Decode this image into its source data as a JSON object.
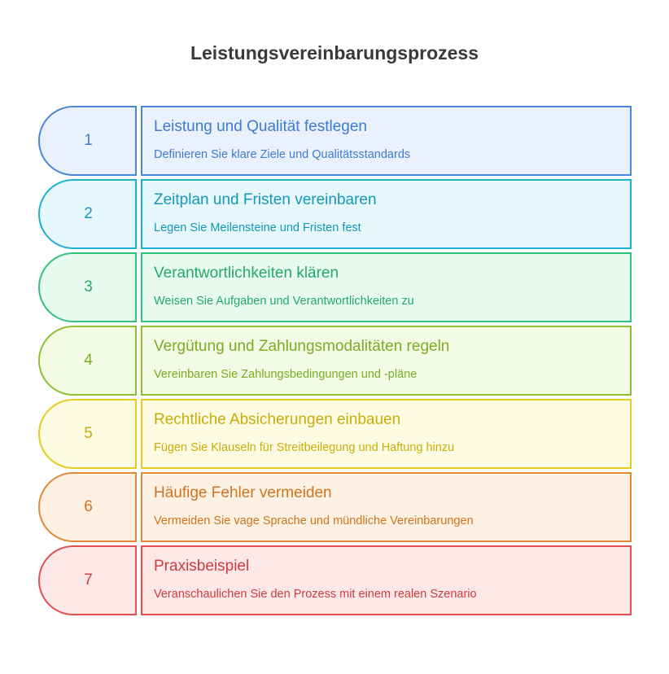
{
  "title": "Leistungsvereinbarungsprozess",
  "steps": [
    {
      "number": "1",
      "title": "Leistung und Qualität festlegen",
      "description": "Definieren Sie klare Ziele und Qualitätsstandards",
      "color": "#4a86d8",
      "bg": "#eaf1fc",
      "text": "#3f7bcf"
    },
    {
      "number": "2",
      "title": "Zeitplan und Fristen vereinbaren",
      "description": "Legen Sie Meilensteine und Fristen fest",
      "color": "#1fb0d0",
      "bg": "#e6f8fc",
      "text": "#1597b8"
    },
    {
      "number": "3",
      "title": "Verantwortlichkeiten klären",
      "description": "Weisen Sie Aufgaben und Verantwortlichkeiten zu",
      "color": "#34c27c",
      "bg": "#e7fbf1",
      "text": "#26a868"
    },
    {
      "number": "4",
      "title": "Vergütung und Zahlungsmodalitäten regeln",
      "description": "Vereinbaren Sie Zahlungsbedingungen und -pläne",
      "color": "#8dc133",
      "bg": "#f3fbe5",
      "text": "#7aac24"
    },
    {
      "number": "5",
      "title": "Rechtliche Absicherungen einbauen",
      "description": "Fügen Sie Klauseln für Streitbeilegung und Haftung hinzu",
      "color": "#e5cc21",
      "bg": "#fefbe3",
      "text": "#c8ae0c"
    },
    {
      "number": "6",
      "title": "Häufige Fehler vermeiden",
      "description": "Vermeiden Sie vage Sprache und mündliche Vereinbarungen",
      "color": "#e08a36",
      "bg": "#fdf1e4",
      "text": "#cf7420"
    },
    {
      "number": "7",
      "title": "Praxisbeispiel",
      "description": "Veranschaulichen Sie den Prozess mit einem realen Szenario",
      "color": "#e34f52",
      "bg": "#fde8e8",
      "text": "#d13b3e"
    }
  ]
}
